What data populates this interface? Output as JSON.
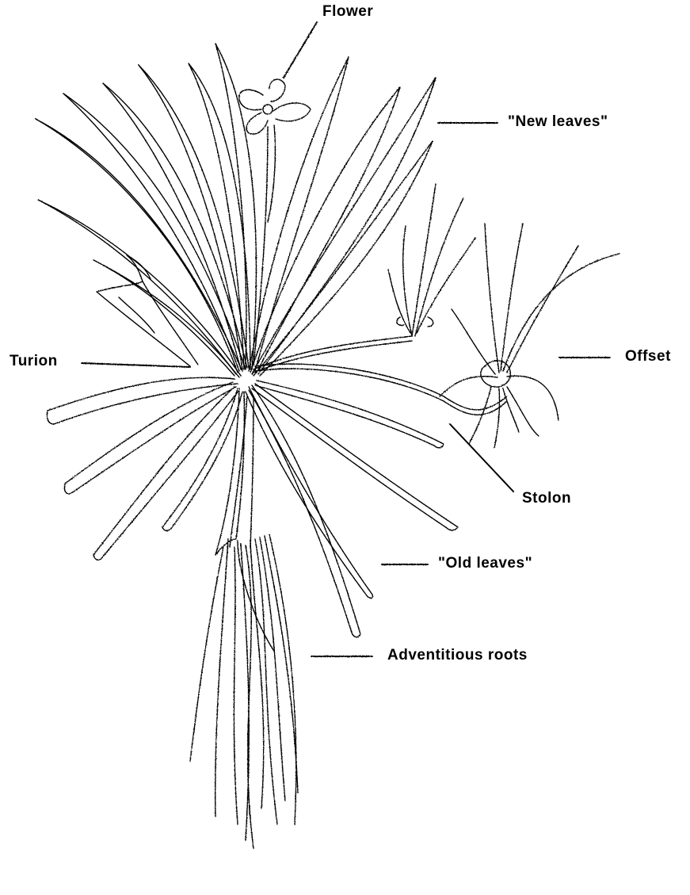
{
  "labels": {
    "flower": "Flower",
    "new_leaves": "\"New leaves\"",
    "turion": "Turion",
    "offset": "Offset",
    "stolon": "Stolon",
    "old_leaves": "\"Old leaves\"",
    "adventitious_roots": "Adventitious roots"
  },
  "colors": {
    "ink": "#000000",
    "paper": "#ffffff"
  }
}
